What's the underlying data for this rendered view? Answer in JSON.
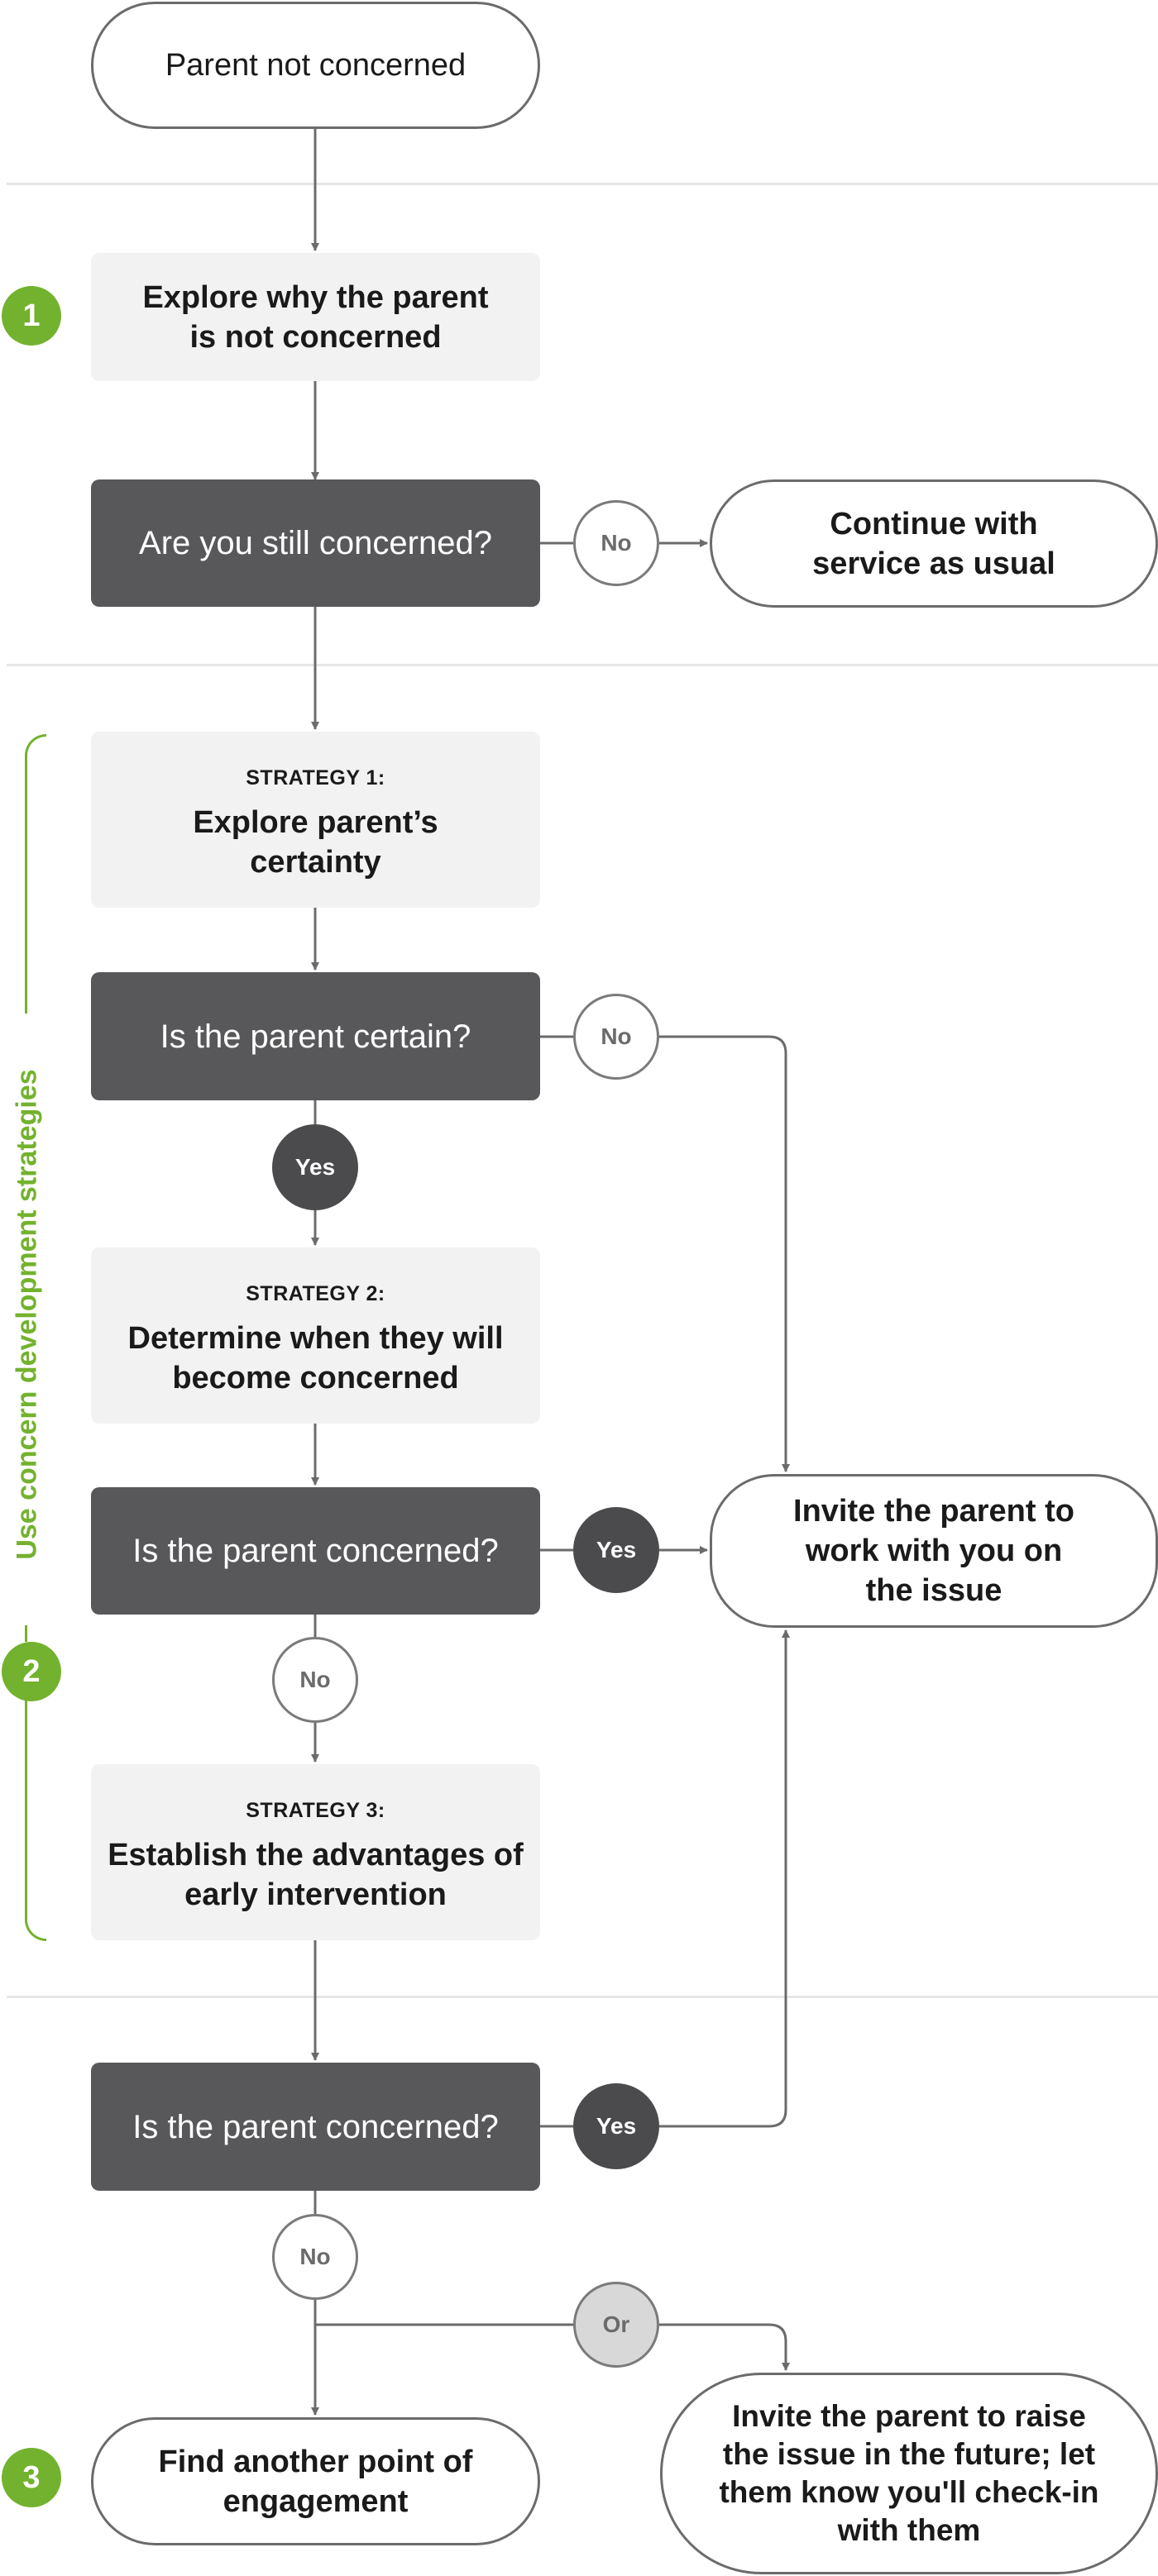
{
  "nodes": {
    "start": "Parent not concerned",
    "explore": "Explore why the parent is not concerned",
    "still_concerned": "Are you still concerned?",
    "continue": "Continue with service as usual",
    "strategy1_label": "STRATEGY 1:",
    "strategy1_text": "Explore parent’s certainty",
    "parent_certain": "Is the parent certain?",
    "strategy2_label": "STRATEGY 2:",
    "strategy2_text": "Determine when they will become concerned",
    "parent_concerned_1": "Is the parent concerned?",
    "invite_work": "Invite the parent to work with you on the issue",
    "strategy3_label": "STRATEGY 3:",
    "strategy3_text": "Establish the advantages of early intervention",
    "parent_concerned_2": "Is the parent concerned?",
    "find_point": "Find another point of engagement",
    "invite_future": "Invite the parent to raise the issue in the future; let them know you'll check-in with them"
  },
  "answers": {
    "still_no": "No",
    "certain_no": "No",
    "certain_yes": "Yes",
    "concerned1_yes": "Yes",
    "concerned1_no": "No",
    "concerned2_yes": "Yes",
    "concerned2_no": "No",
    "or": "Or"
  },
  "steps": {
    "step1": "1",
    "step2": "2",
    "step3": "3",
    "step2_label": "Use concern development strategies"
  },
  "colors": {
    "accent_green": "#73b22e",
    "decision_dark": "#58585a",
    "action_grey": "#f2f2f2",
    "line": "#6b6b6b"
  }
}
